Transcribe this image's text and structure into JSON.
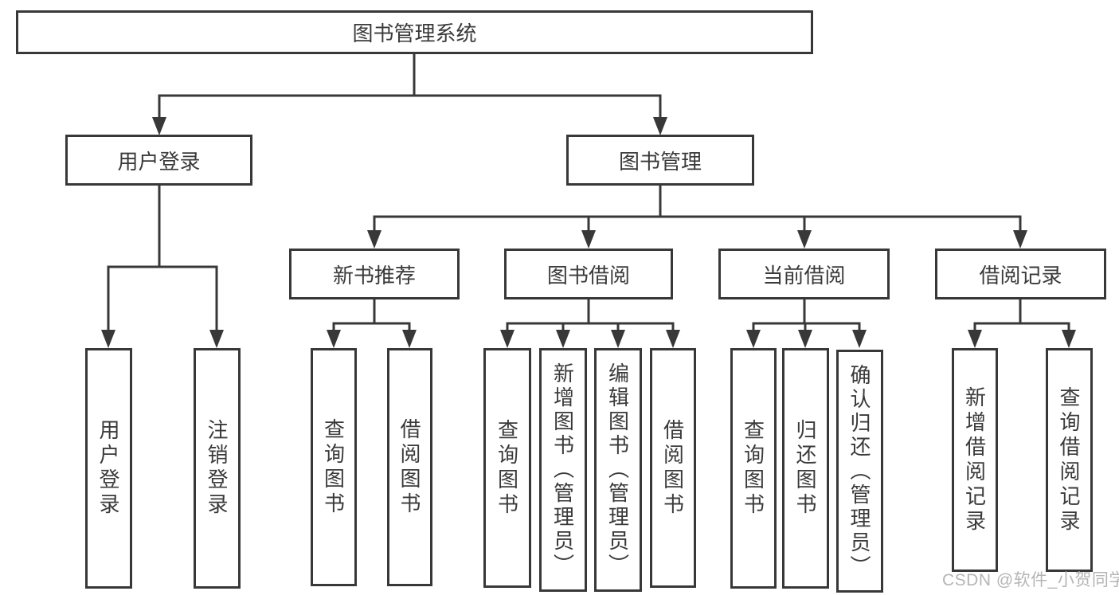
{
  "diagram": {
    "root": "图书管理系统",
    "branches": [
      {
        "label": "用户登录",
        "leaves": [
          "用户登录",
          "注销登录"
        ]
      },
      {
        "label": "图书管理",
        "groups": [
          {
            "label": "新书推荐",
            "leaves": [
              "查询图书",
              "借阅图书"
            ]
          },
          {
            "label": "图书借阅",
            "leaves": [
              "查询图书",
              "新增图书（管理员）",
              "编辑图书（管理员）",
              "借阅图书"
            ]
          },
          {
            "label": "当前借阅",
            "leaves": [
              "查询图书",
              "归还图书",
              "确认归还（管理员）"
            ]
          },
          {
            "label": "借阅记录",
            "leaves": [
              "新增借阅记录",
              "查询借阅记录"
            ]
          }
        ]
      }
    ]
  },
  "watermark": {
    "text": "CSDN @软件_小贺同学"
  },
  "colors": {
    "line": "#383838",
    "box_border": "#383838",
    "box_fill": "#ffffff",
    "text": "#3a3a3a",
    "watermark": "#b5b5b5",
    "background": "#ffffff"
  }
}
